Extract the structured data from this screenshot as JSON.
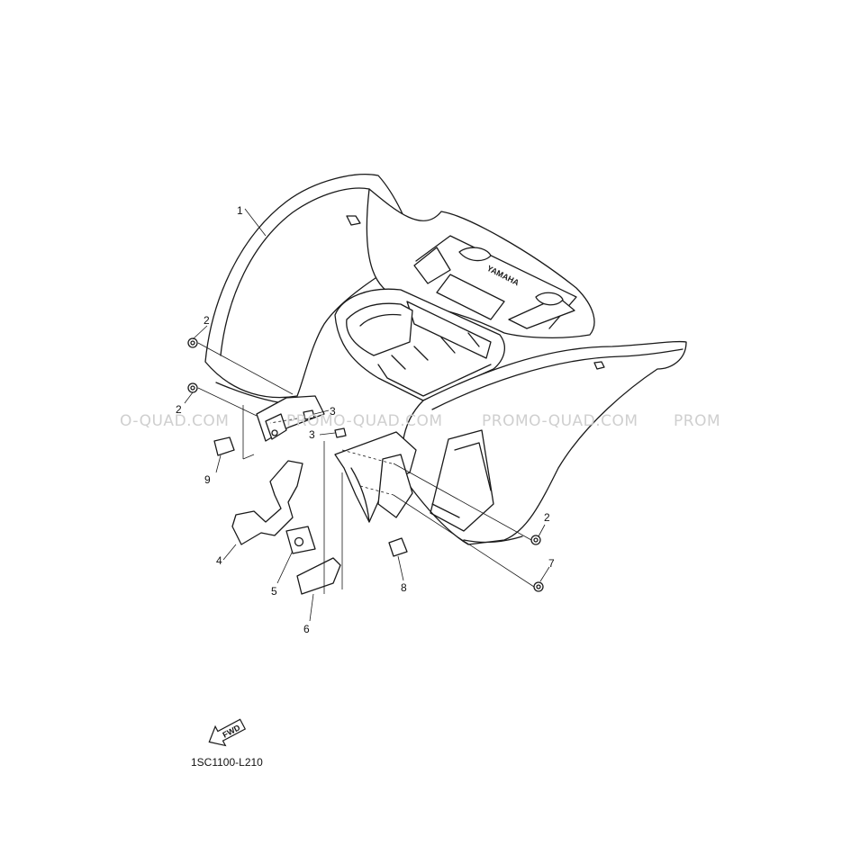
{
  "diagram": {
    "callouts": [
      "1",
      "2",
      "2",
      "3",
      "3",
      "9",
      "4",
      "5",
      "6",
      "8",
      "2",
      "7"
    ],
    "fwd_label": "FWD",
    "drawing_code": "1SC1100-L210",
    "brand_embossing": "YAMAHA"
  },
  "watermark": {
    "segments": [
      "O-QUAD.COM",
      "PROMO-QUAD.COM",
      "PROMO-QUAD.COM",
      "PROM"
    ],
    "color": "#cfcfcf"
  },
  "colors": {
    "line": "#1a1a1a",
    "background": "#ffffff"
  }
}
